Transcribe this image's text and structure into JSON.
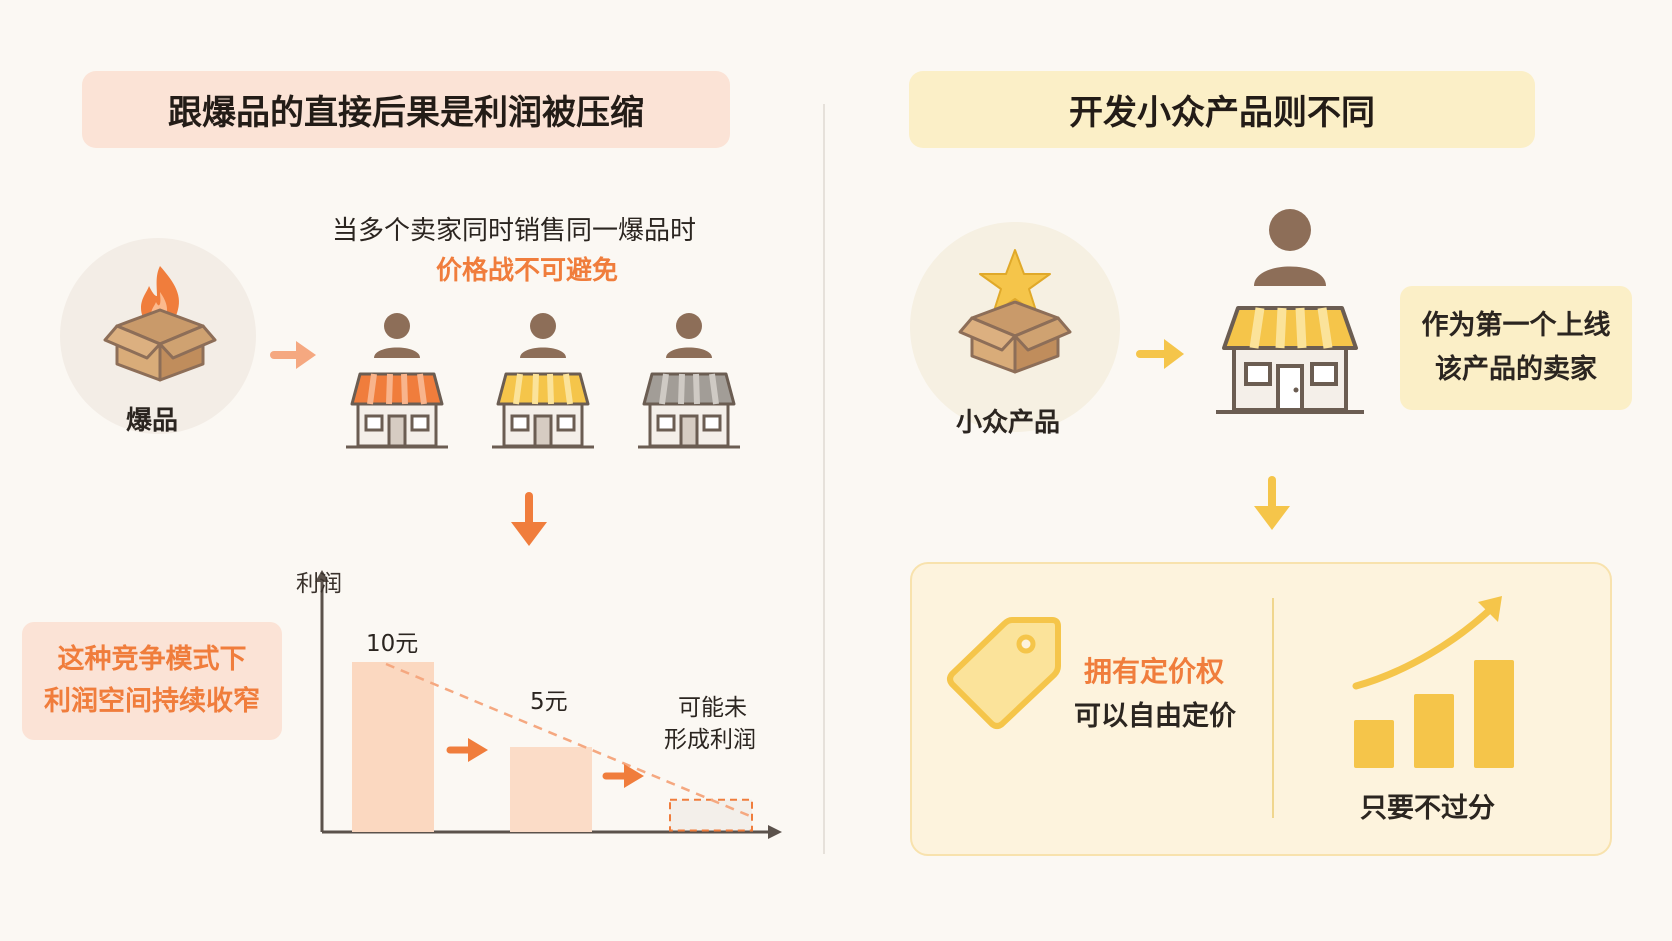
{
  "left": {
    "banner_title": "跟爆品的直接后果是利润被压缩",
    "product_label": "爆品",
    "caption_line1": "当多个卖家同时销售同一爆品时",
    "caption_line2": "价格战不可避免",
    "side_note_line1": "这种竞争模式下",
    "side_note_line2": "利润空间持续收窄",
    "chart": {
      "y_axis_label": "利润",
      "bar1_label": "10元",
      "bar2_label": "5元",
      "bar3_label_line1": "可能未",
      "bar3_label_line2": "形成利润"
    }
  },
  "right": {
    "banner_title": "开发小众产品则不同",
    "product_label": "小众产品",
    "seller_note_line1": "作为第一个上线",
    "seller_note_line2": "该产品的卖家",
    "pricing_title": "拥有定价权",
    "pricing_sub": "可以自由定价",
    "growth_label": "只要不过分"
  },
  "colors": {
    "orange": "#f07d3c",
    "orange_light": "#fbdcc7",
    "yellow": "#f5c54a",
    "yellow_light": "#fbefc7",
    "brown": "#8d6e58",
    "box_brown": "#c99a6a",
    "gray": "#a29d97"
  },
  "chart_data": {
    "type": "bar",
    "categories": [
      "10元",
      "5元",
      "可能未形成利润"
    ],
    "values": [
      10,
      5,
      1.9
    ],
    "xlabel": "",
    "ylabel": "利润",
    "ylim": [
      0,
      14
    ]
  }
}
